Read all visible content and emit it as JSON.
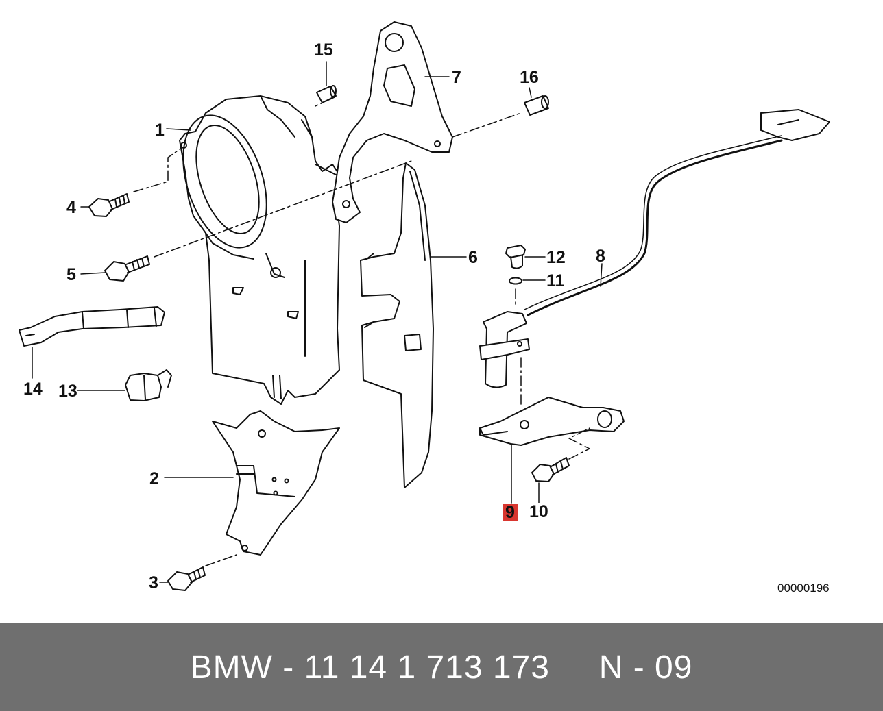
{
  "callouts": {
    "c1": "1",
    "c2": "2",
    "c3": "3",
    "c4": "4",
    "c5": "5",
    "c6": "6",
    "c7": "7",
    "c8": "8",
    "c9": "9",
    "c10": "10",
    "c11": "11",
    "c12": "12",
    "c13": "13",
    "c14": "14",
    "c15": "15",
    "c16": "16"
  },
  "highlighted_callout": "9",
  "highlight_color": "#d9362f",
  "diagram_ref": "00000196",
  "footer": {
    "brand": "BMW",
    "separator": "-",
    "part_number": "11 14 1 713 173",
    "position": "N - 09"
  },
  "footer_bg": "#6f6f6f"
}
